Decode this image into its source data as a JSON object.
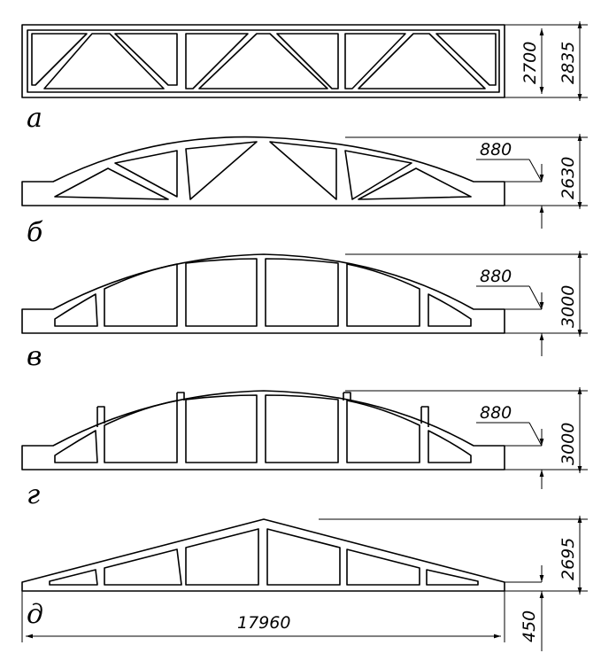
{
  "labels": {
    "a": "а",
    "b": "б",
    "v": "в",
    "g": "г",
    "d": "д"
  },
  "dims": {
    "a_inner": "2700",
    "a_outer": "2835",
    "b_small": "880",
    "b_height": "2630",
    "v_small": "880",
    "v_height": "3000",
    "g_small": "880",
    "g_height": "3000",
    "d_height": "2695",
    "d_support": "450",
    "span": "17960"
  }
}
